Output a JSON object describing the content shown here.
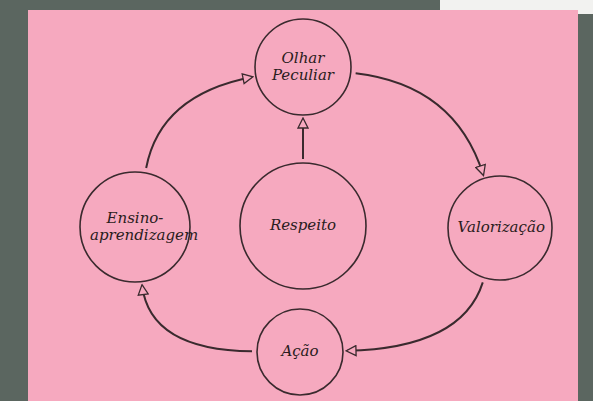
{
  "diagram": {
    "nodes": [
      {
        "text": [
          "Olhar Peculiar"
        ]
      },
      {
        "text": [
          "Ensino-aprendizagem"
        ]
      },
      {
        "text": [
          "Respeito"
        ]
      },
      {
        "text": [
          "Valorização"
        ]
      },
      {
        "text": [
          "Ação"
        ]
      }
    ],
    "edges": [
      {
        "from": 0,
        "to": 3,
        "arrow": "to"
      },
      {
        "from": 3,
        "to": 4,
        "arrow": "to"
      },
      {
        "from": 4,
        "to": 1,
        "arrow": "to"
      },
      {
        "from": 1,
        "to": 0,
        "arrow": "to"
      },
      {
        "from": 2,
        "to": 0,
        "arrow": "to"
      }
    ]
  }
}
